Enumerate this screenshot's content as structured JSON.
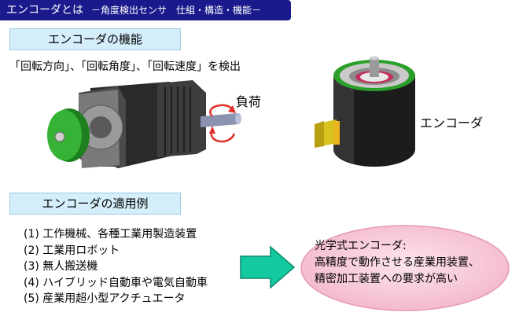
{
  "header": {
    "title": "エンコーダとは",
    "subtitle": "－角度検出センサ　仕組・構造・機能－"
  },
  "function_section": {
    "heading": "エンコーダの機能",
    "description": "「回転方向」、「回転角度」、「回転速度」を検出",
    "load_label": "負荷",
    "encoder_label": "エンコーダ"
  },
  "application_section": {
    "heading": "エンコーダの適用例",
    "items": [
      "(1) 工作機械、各種工業用製造装置",
      "(2) 工業用ロボット",
      "(3) 無人搬送機",
      "(4) ハイブリッド自動車や電気自動車",
      "(5) 産業用超小型アクチュエータ"
    ]
  },
  "callout": {
    "line1": "光学式エンコーダ:",
    "line2": "高精度で動作させる産業用装置、",
    "line3": "精密加工装置への要求が高い"
  },
  "colors": {
    "header_bg": "#1a1a8c",
    "section_bg": "#d4eefa",
    "encoder_green": "#2aa02a",
    "arrow_green": "#14c9a0",
    "callout_pink": "#f6c6d6",
    "rotation_red": "#e0302a"
  }
}
